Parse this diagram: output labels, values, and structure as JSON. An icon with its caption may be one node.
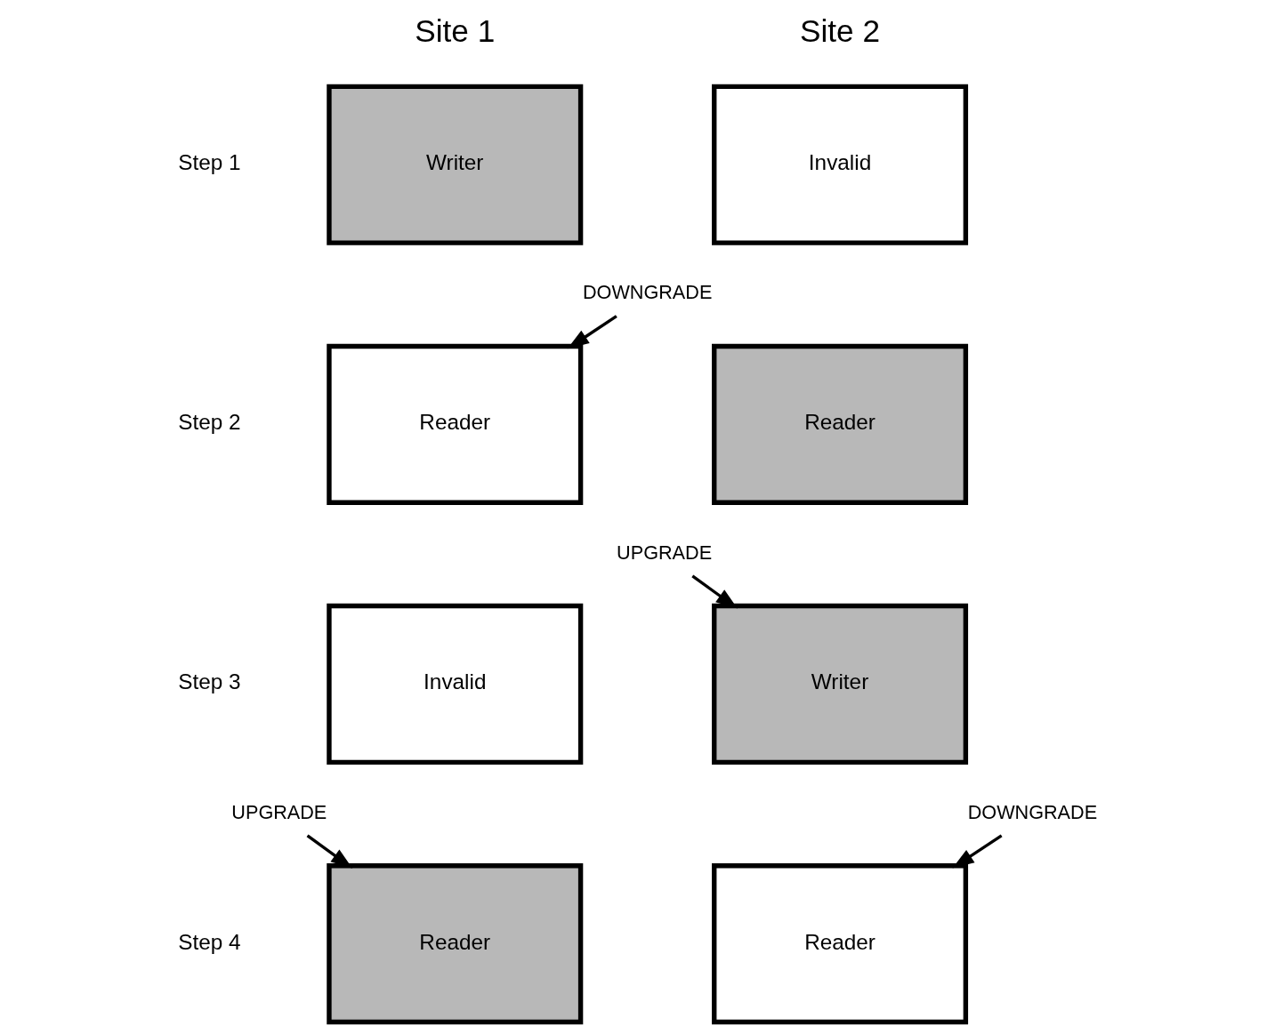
{
  "diagram": {
    "nodes": [
      {
        "text": [
          "Writer"
        ]
      },
      {
        "text": [
          "Invalid"
        ]
      },
      {
        "text": [
          "DOWNGRADE"
        ]
      },
      {
        "text": [
          "Reader"
        ]
      },
      {
        "text": [
          "Reader"
        ]
      },
      {
        "text": [
          "UPGRADE"
        ]
      },
      {
        "text": [
          "Invalid"
        ]
      },
      {
        "text": [
          "Writer"
        ]
      },
      {
        "text": [
          "UPGRADE"
        ]
      },
      {
        "text": [
          "DOWNGRADE"
        ]
      },
      {
        "text": [
          "Reader"
        ]
      },
      {
        "text": [
          "Reader"
        ]
      }
    ],
    "edges": [
      {
        "from": 2,
        "to": 3,
        "arrow": "to"
      },
      {
        "from": 5,
        "to": 7,
        "arrow": "to"
      },
      {
        "from": 8,
        "to": 10,
        "arrow": "to"
      },
      {
        "from": 9,
        "to": 11,
        "arrow": "to"
      }
    ],
    "labels": [
      "Site 1",
      "Site 2",
      "Step 1",
      "Step 2",
      "Step 3",
      "Step 4"
    ]
  }
}
